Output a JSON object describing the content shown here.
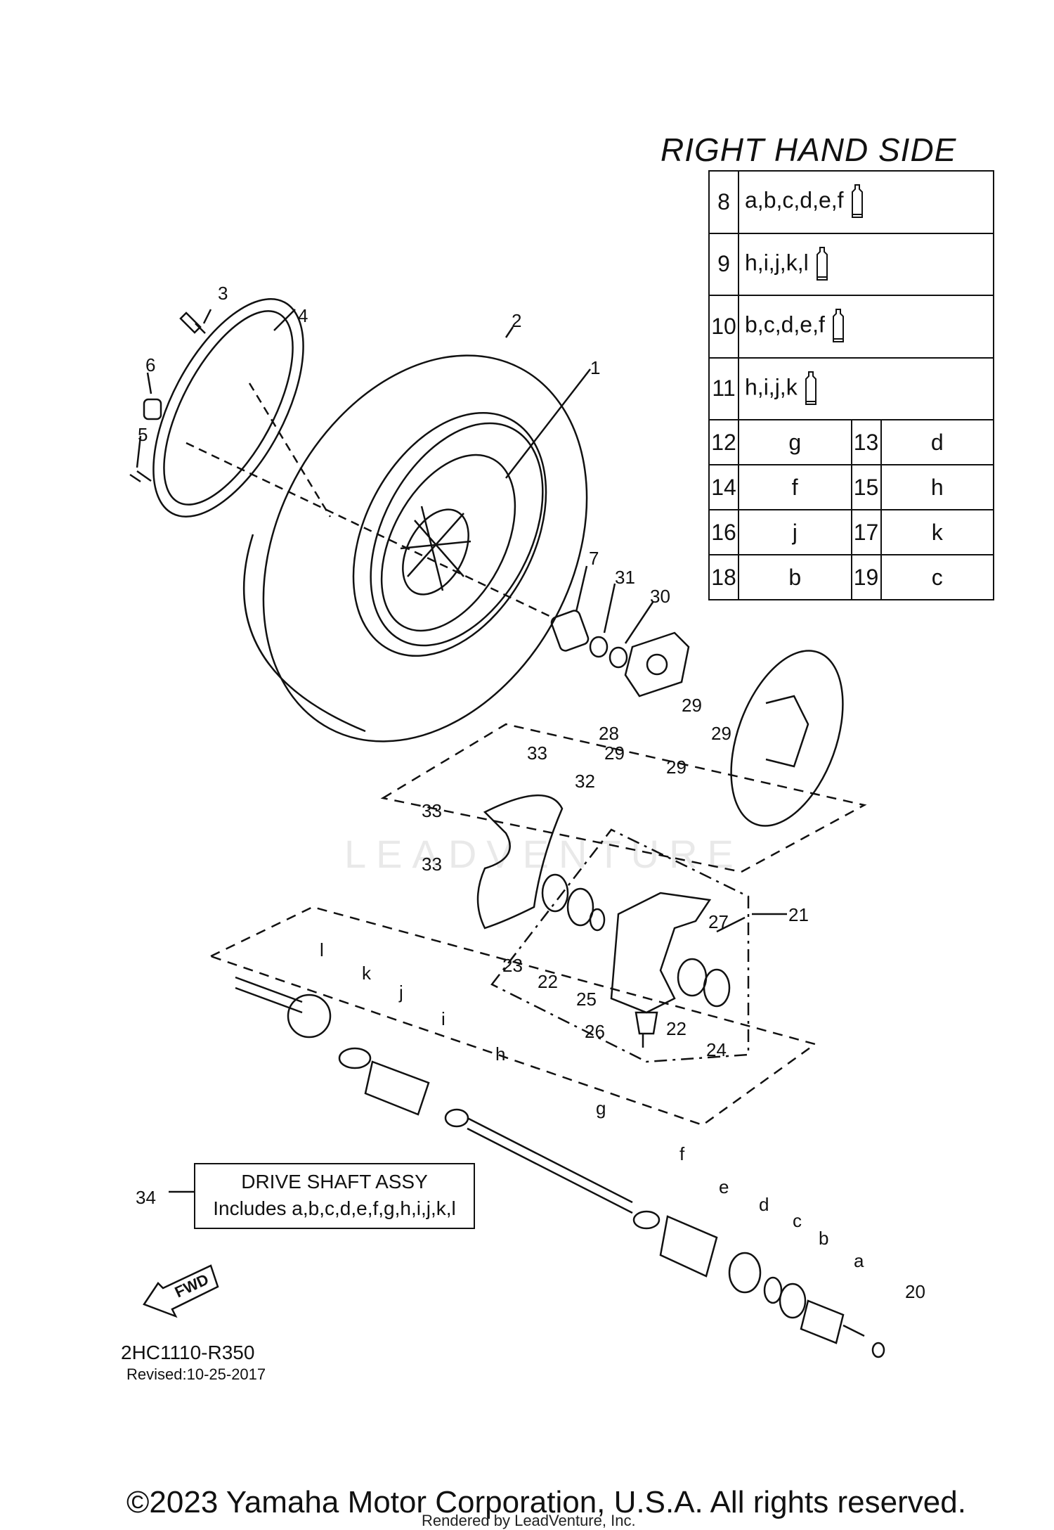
{
  "title": "RIGHT HAND SIDE",
  "kits_table": {
    "wide_rows": [
      {
        "num": "8",
        "parts": "a,b,c,d,e,f"
      },
      {
        "num": "9",
        "parts": "h,i,j,k,l"
      },
      {
        "num": "10",
        "parts": "b,c,d,e,f"
      },
      {
        "num": "11",
        "parts": "h,i,j,k"
      }
    ],
    "pair_rows": [
      {
        "num1": "12",
        "part1": "g",
        "num2": "13",
        "part2": "d"
      },
      {
        "num1": "14",
        "part1": "f",
        "num2": "15",
        "part2": "h"
      },
      {
        "num1": "16",
        "part1": "j",
        "num2": "17",
        "part2": "k"
      },
      {
        "num1": "18",
        "part1": "b",
        "num2": "19",
        "part2": "c"
      }
    ]
  },
  "callouts": [
    "1",
    "2",
    "3",
    "4",
    "5",
    "6",
    "7",
    "20",
    "21",
    "22",
    "22",
    "23",
    "24",
    "25",
    "26",
    "27",
    "28",
    "29",
    "29",
    "29",
    "29",
    "30",
    "31",
    "32",
    "33",
    "33",
    "33",
    "34",
    "a",
    "b",
    "c",
    "d",
    "e",
    "f",
    "g",
    "h",
    "i",
    "j",
    "k",
    "l"
  ],
  "drive_shaft_box": {
    "line1": "DRIVE SHAFT ASSY",
    "line2": "Includes a,b,c,d,e,f,g,h,i,j,k,l"
  },
  "fwd_label": "FWD",
  "diagram_code": "2HC1110-R350",
  "revised": "Revised:10-25-2017",
  "watermark": "LEADVENTURE",
  "copyright": "©2023 Yamaha Motor Corporation, U.S.A. All rights reserved.",
  "rendered_by": "Rendered by LeadVenture, Inc."
}
